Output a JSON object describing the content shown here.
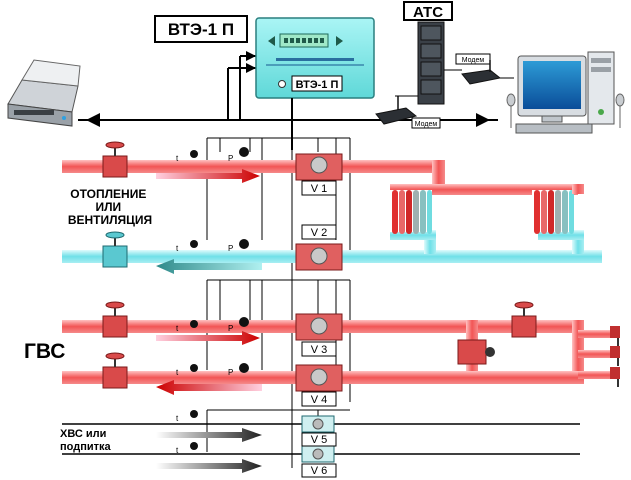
{
  "device": {
    "title": "ВТЭ-1 П",
    "panel_label": "ВТЭ-1 П"
  },
  "exchange": {
    "title": "АТС"
  },
  "modems": {
    "left_label": "Модем",
    "right_label": "Модем"
  },
  "sections": {
    "heating": "ОТОПЛЕНИЕ\nИЛИ\nВЕНТИЛЯЦИЯ",
    "hot_water": "ГВС",
    "cold_water": "ХВС или\nподпитка"
  },
  "meters": [
    "V 1",
    "V 2",
    "V 3",
    "V 4",
    "V 5",
    "V 6"
  ],
  "sensors": {
    "temperature": "t",
    "pressure": "P"
  },
  "colors": {
    "hot_pipe": "#f05a5a",
    "hot_pipe_light": "#ffb0b0",
    "cold_pipe": "#6fe0e8",
    "cold_pipe_light": "#c8f6f8",
    "device_body": "#7fe8e8",
    "water_line": "#000000"
  }
}
